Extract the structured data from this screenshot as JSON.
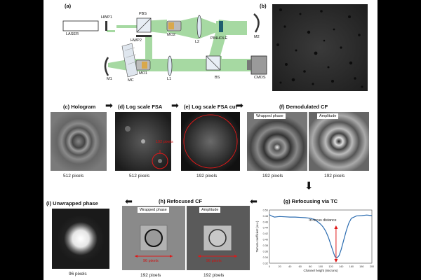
{
  "panel_a": {
    "label": "(a)",
    "components": {
      "laser": "LASER",
      "hwp1": "HWP1",
      "pbs": "PBS",
      "hwp2": "HWP2",
      "mo2": "MO2",
      "l2": "L2",
      "pinhole": "PINHOLE",
      "m2": "M2",
      "m1": "M1",
      "mc": "MC",
      "mo1": "MO1",
      "l1": "L1",
      "bs": "BS",
      "cmos": "CMOS"
    }
  },
  "panel_b": {
    "label": "(b)"
  },
  "arrows": {
    "glyph": "➡"
  },
  "row2": [
    {
      "key": "c",
      "title": "(c) Hologram",
      "caption": "512 pixels"
    },
    {
      "key": "d",
      "title": "(d) Log scale FSA",
      "caption": "512 pixels",
      "annotation": "192 pixels"
    },
    {
      "key": "e",
      "title": "(e) Log scale FSA cut",
      "caption": "192 pixels"
    },
    {
      "key": "f",
      "title": "(f) Demodulated CF",
      "caption_left": "192 pixels",
      "caption_right": "192 pixels",
      "tag_left": "Wrapped phase",
      "tag_right": "Amplitude"
    }
  ],
  "row3": {
    "i": {
      "title": "(i) Unwrapped phase",
      "caption": "96 pixels"
    },
    "h": {
      "title": "(h) Refocused CF",
      "tag_left": "Wrapped phase",
      "tag_right": "Amplitude",
      "measure": "96 pixels",
      "caption_left": "192 pixels",
      "caption_right": "192 pixels"
    },
    "g": {
      "title": "(g) Refocusing via TC",
      "xlabel": "Channel height (microns)",
      "ylabel": "Tamura coefficient (a.u.)",
      "annotation": "In-focus distance",
      "xticks": [
        "0",
        "20",
        "40",
        "60",
        "80",
        "100",
        "120",
        "140",
        "160",
        "180",
        "200"
      ],
      "yticks": [
        "0.50",
        "0.48",
        "0.46",
        "0.44",
        "0.42",
        "0.40",
        "0.38",
        "0.36",
        "0.34",
        "0.32"
      ]
    }
  },
  "colors": {
    "beam": "#a6d9a2",
    "accent_red": "#e01818",
    "curve": "#2b6cb0"
  },
  "chart_data": {
    "type": "line",
    "xlabel": "Channel height (microns)",
    "ylabel": "Tamura coefficient (a.u.)",
    "xlim": [
      0,
      200
    ],
    "ylim": [
      0.32,
      0.5
    ],
    "annotation": "In-focus distance",
    "marker_x": 130,
    "series": [
      {
        "x": [
          0,
          5,
          10,
          15,
          20,
          30,
          40,
          50,
          60,
          70,
          80,
          90,
          100,
          105,
          110,
          115,
          120,
          125,
          128,
          132,
          136,
          140,
          145,
          150,
          155,
          160,
          170,
          180,
          190,
          195,
          200
        ],
        "y": [
          0.484,
          0.479,
          0.476,
          0.477,
          0.478,
          0.477,
          0.476,
          0.476,
          0.475,
          0.474,
          0.472,
          0.466,
          0.452,
          0.442,
          0.428,
          0.408,
          0.382,
          0.356,
          0.342,
          0.338,
          0.346,
          0.366,
          0.398,
          0.43,
          0.456,
          0.472,
          0.48,
          0.481,
          0.483,
          0.482,
          0.481
        ]
      }
    ]
  }
}
